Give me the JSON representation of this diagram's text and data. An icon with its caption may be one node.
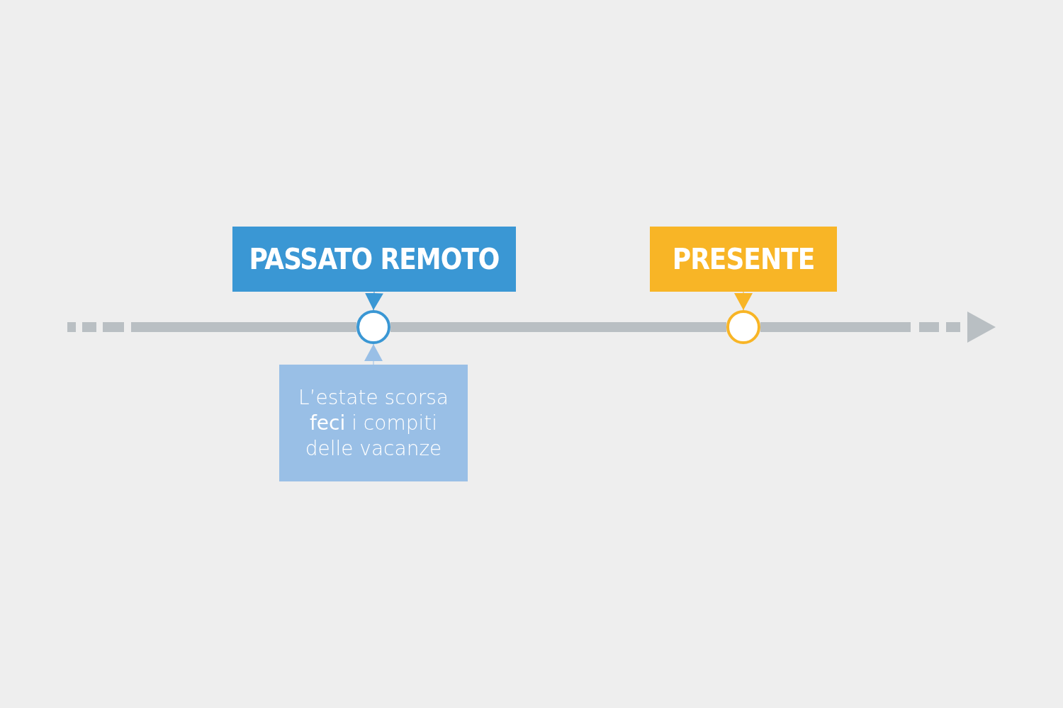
{
  "diagram": {
    "nodes": [
      {
        "text": [
          "PASSATO REMOTO"
        ]
      },
      {
        "text": [],
        "shape": "circle"
      },
      {
        "text": [
          "L’estate scorsa **feci** i compiti delle vacanze"
        ]
      },
      {
        "text": [
          "PRESENTE"
        ]
      },
      {
        "text": [],
        "shape": "circle"
      }
    ],
    "edges": [
      {
        "from": null,
        "to": 1,
        "arrow": "none",
        "style": "dashed"
      },
      {
        "from": 1,
        "to": 4,
        "arrow": "none",
        "style": "thick"
      },
      {
        "from": 4,
        "to": null,
        "arrow": "to",
        "style": "dashed"
      },
      {
        "from": 0,
        "to": 1,
        "arrow": "to",
        "color": "#3a97d4"
      },
      {
        "from": 2,
        "to": 1,
        "arrow": "to",
        "color": "#99bfe6"
      },
      {
        "from": 3,
        "to": 4,
        "arrow": "to",
        "color": "#f8b526"
      }
    ]
  }
}
